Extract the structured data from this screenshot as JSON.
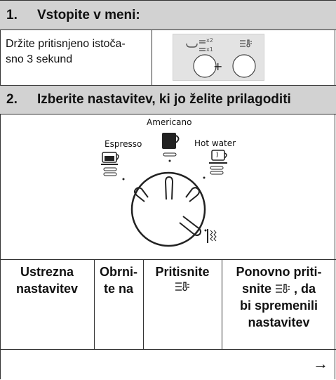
{
  "step1": {
    "number": "1.",
    "title": "Vstopite v meni:",
    "hold_line1": "Držite pritisnjeno istoča-",
    "hold_line2": "sno 3 sekund",
    "x2_label": "x2",
    "x1_label": "x1",
    "plus": "+"
  },
  "step2": {
    "number": "2.",
    "title": "Izberite nastavitev, ki jo želite prilagoditi"
  },
  "dial": {
    "americano": "Americano",
    "espresso": "Espresso",
    "hot_water": "Hot water"
  },
  "table": {
    "col1_line1": "Ustrezna",
    "col1_line2": "nastavitev",
    "col2_line1": "Obrni-",
    "col2_line2": "te na",
    "col3_line1": "Pritisnite",
    "col4_line1": "Ponovno priti-",
    "col4_line2a": "snite",
    "col4_line2b": ", da",
    "col4_line3": "bi spremenili",
    "col4_line4": "nastavitev"
  },
  "footer": {
    "arrow": "→"
  }
}
